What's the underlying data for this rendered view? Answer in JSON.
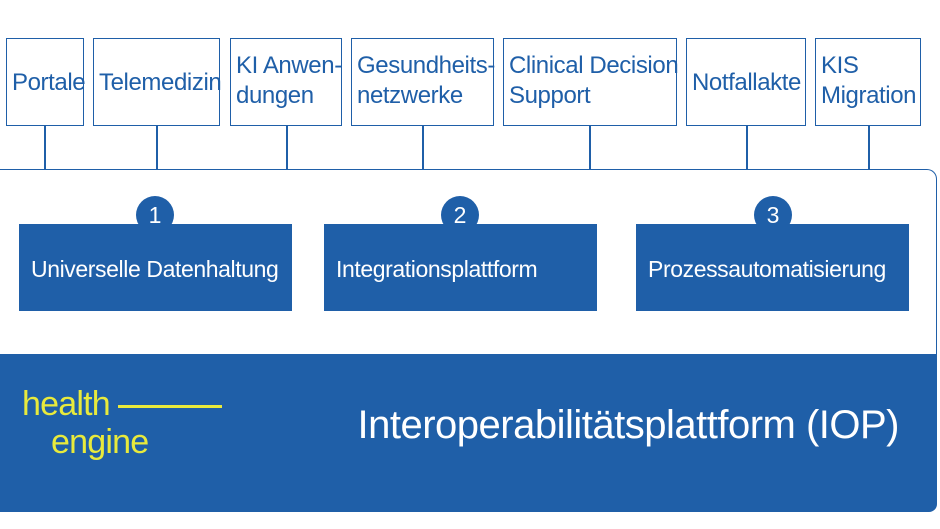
{
  "applications": [
    {
      "lines": [
        "Portale"
      ]
    },
    {
      "lines": [
        "Telemedizin"
      ]
    },
    {
      "lines": [
        "KI Anwen-",
        "dungen"
      ]
    },
    {
      "lines": [
        "Gesundheits-",
        "netzwerke"
      ]
    },
    {
      "lines": [
        "Clinical Decision",
        "Support"
      ]
    },
    {
      "lines": [
        "Notfallakte"
      ]
    },
    {
      "lines": [
        "KIS",
        "Migration"
      ]
    }
  ],
  "pillars": [
    {
      "number": "1",
      "label": "Universelle Datenhaltung"
    },
    {
      "number": "2",
      "label": "Integrationsplattform"
    },
    {
      "number": "3",
      "label": "Prozessautomatisierung"
    }
  ],
  "platform": {
    "title": "Interoperabilitätsplattform (IOP)",
    "logo_line1": "health",
    "logo_line2": "engine"
  },
  "colors": {
    "primary": "#1f5fa8",
    "logo": "#e8ea3c",
    "background": "#ffffff"
  }
}
